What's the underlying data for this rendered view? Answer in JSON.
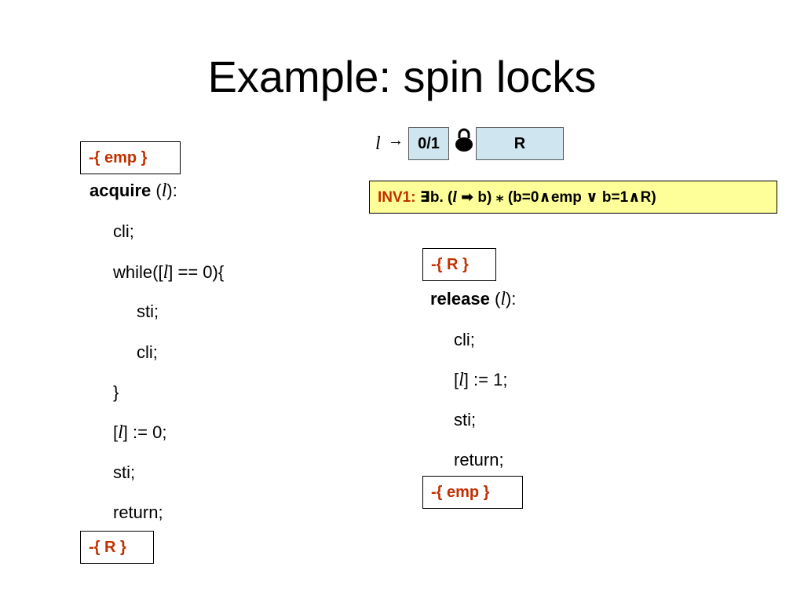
{
  "title": "Example: spin locks",
  "diagram": {
    "pointer_var": "l",
    "pointer_arrow": "→",
    "cell_value": "0/1",
    "resource": "R",
    "lock_icon": "padlock-icon"
  },
  "invariant": {
    "label": "INV1:",
    "exists": "∃b. (",
    "var": "l",
    "arrow": " ➡ b) ",
    "star": "⁎",
    "rest": "  (b=0∧emp ∨ b=1∧R)"
  },
  "acquire": {
    "pre": "-{ emp }",
    "name": "acquire",
    "param": "l",
    "lines": [
      "cli;",
      "while([",
      "] == 0){",
      "sti;",
      "cli;",
      "}",
      "[",
      "] := 0;",
      "sti;",
      "return;"
    ],
    "post": "-{ R }"
  },
  "release": {
    "pre": "-{ R }",
    "name": "release",
    "param": "l",
    "lines": [
      "cli;",
      "[",
      "] := 1;",
      "sti;",
      "return;"
    ],
    "post": "-{ emp }"
  },
  "punct": {
    "open": " (",
    "close": "):"
  }
}
